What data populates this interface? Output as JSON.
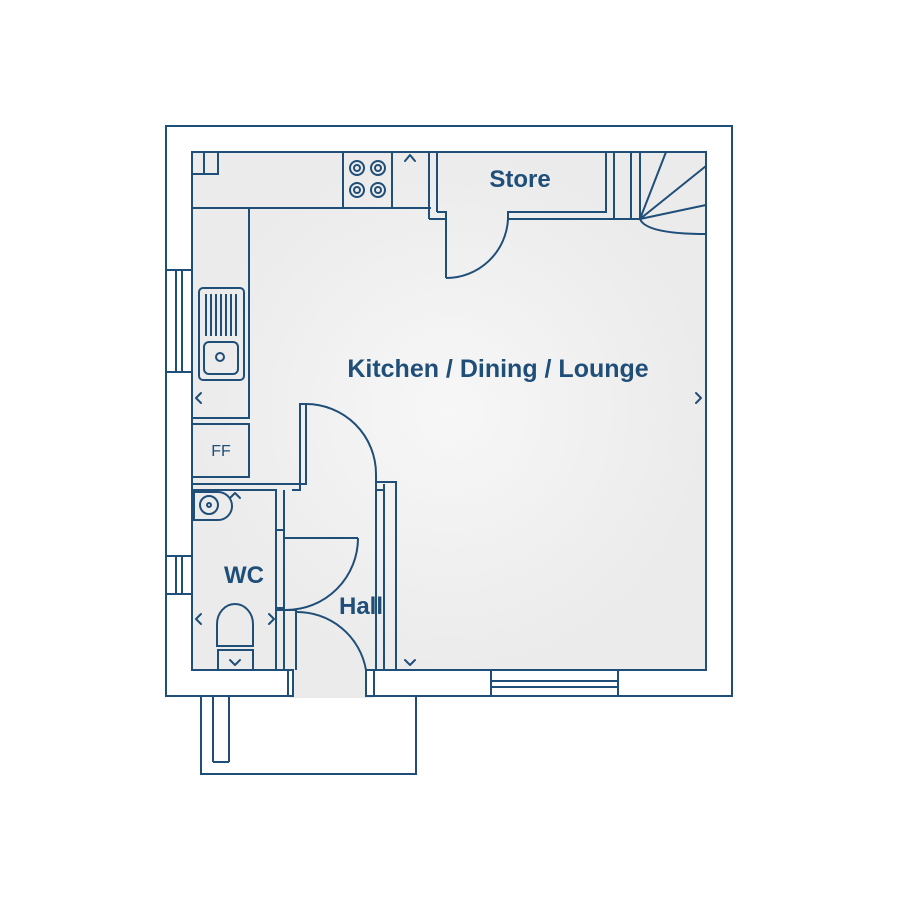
{
  "plan": {
    "rooms": {
      "living": "Kitchen / Dining / Lounge",
      "store": "Store",
      "wc": "WC",
      "hall": "Hall"
    },
    "fixtures": {
      "fridge_freezer": "FF"
    },
    "colors": {
      "line": "#1f4e79",
      "floor": "#ebebeb",
      "background": "#ffffff"
    },
    "icons": [
      "hob-icon",
      "sink-icon",
      "basin-icon",
      "toilet-icon",
      "staircase-icon",
      "door-swing-icon",
      "window-icon",
      "dimension-arrow-icon"
    ]
  }
}
